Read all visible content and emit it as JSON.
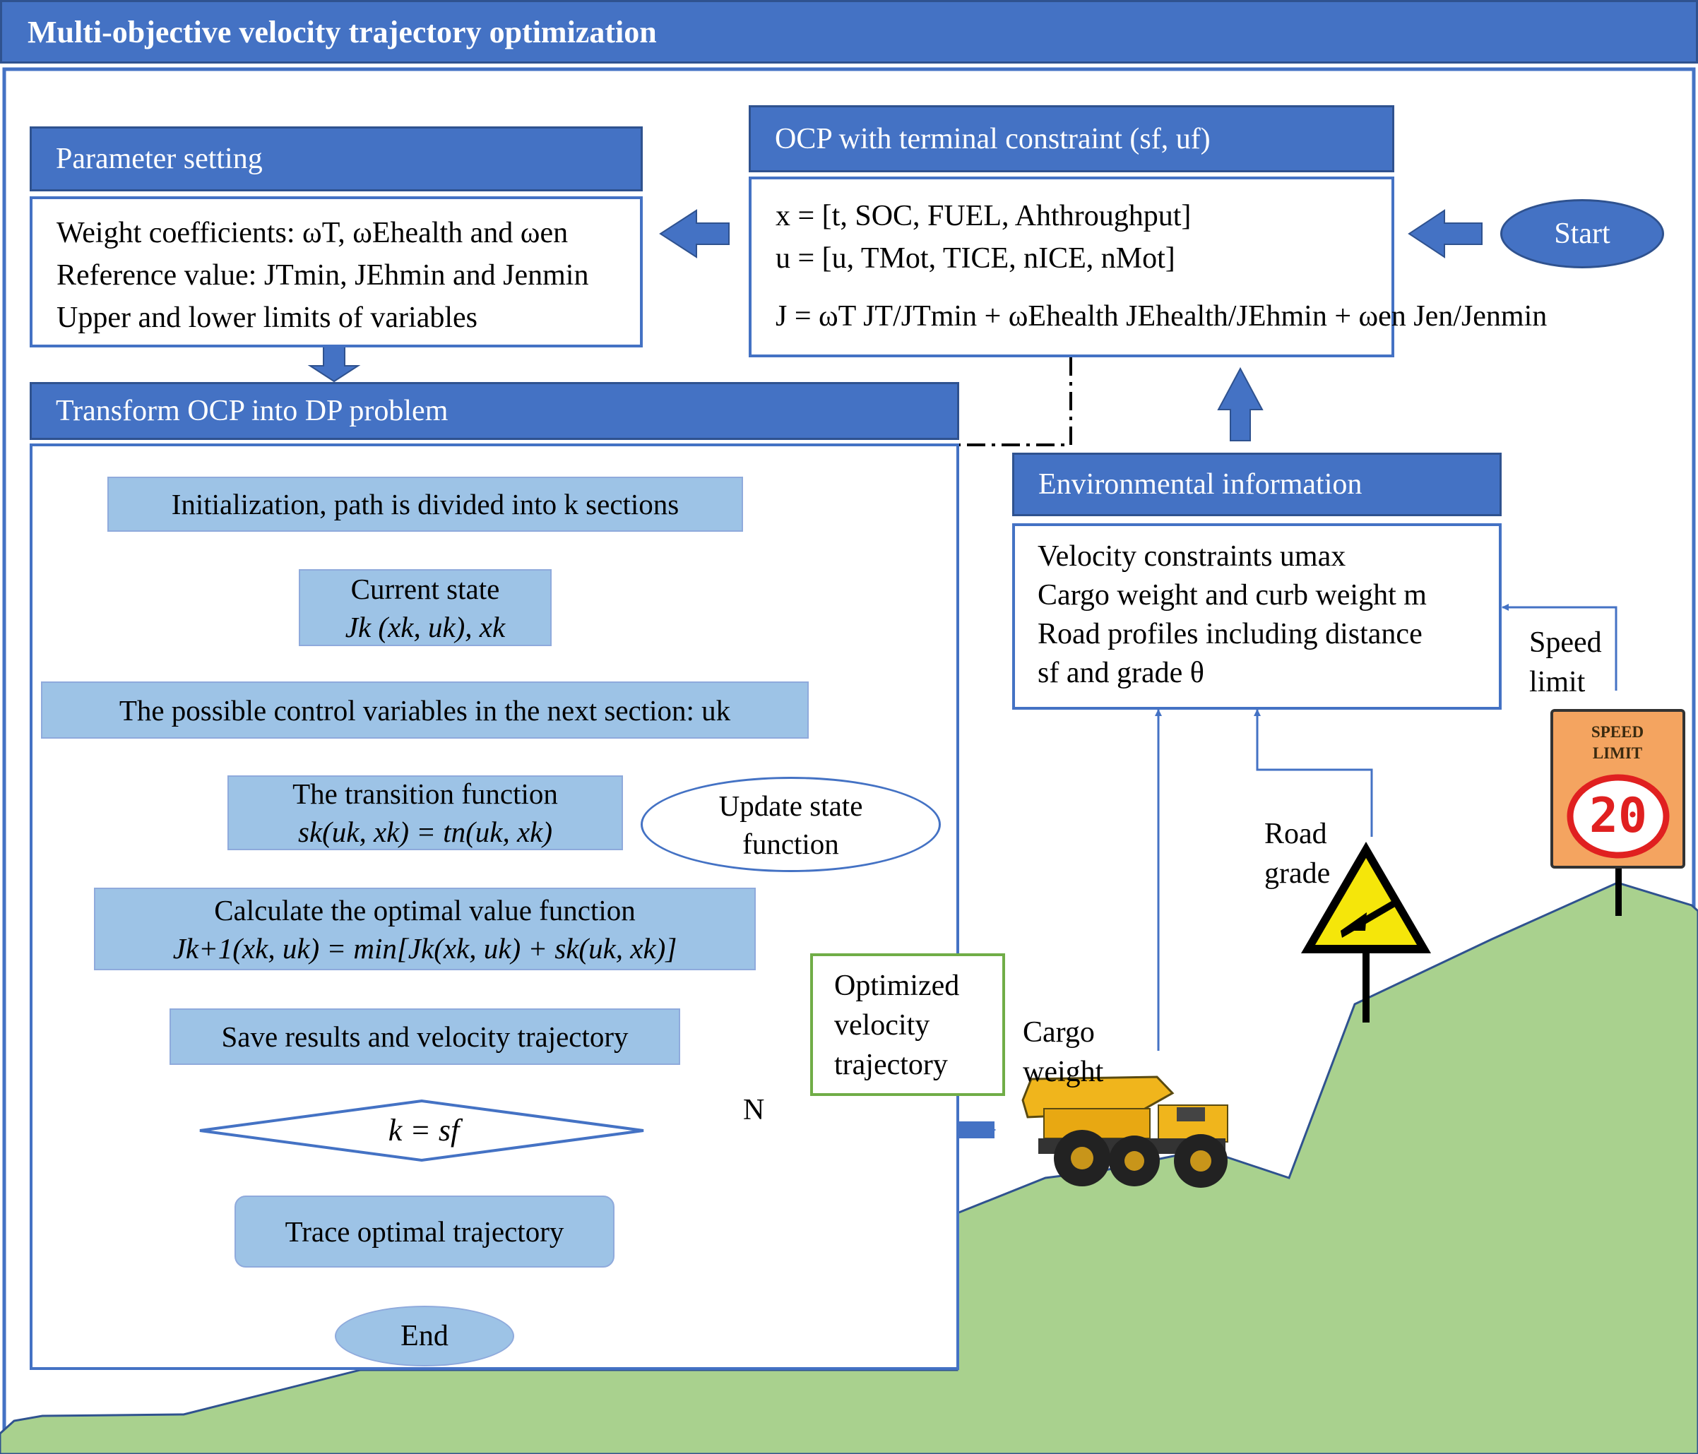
{
  "title": "Multi-objective velocity trajectory optimization",
  "parameter_setting": {
    "header": "Parameter setting",
    "lines": [
      "Weight coefficients: ωT,  ωEhealth and ωen",
      "Reference value: JTmin, JEhmin and Jenmin",
      "Upper and lower limits of variables"
    ]
  },
  "ocp": {
    "header": "OCP with terminal constraint (sf, uf)",
    "lines": [
      "x = [t, SOC, FUEL, Ahthroughput]",
      "u = [u, TMot, TICE, nICE, nMot]",
      "J = ωT JT/JTmin + ωEhealth JEhealth/JEhmin + ωen Jen/Jenmin"
    ]
  },
  "start_label": "Start",
  "transform": {
    "header": "Transform OCP into DP problem",
    "steps": {
      "init": "Initialization, path is divided into k sections",
      "current_state_title": "Current state",
      "current_state_formula": "Jk (xk, uk), xk",
      "control": "The possible control variables in the next section: uk",
      "transition_title": "The transition function",
      "transition_formula": "sk(uk, xk) = tn(uk, xk)",
      "optimal_title": "Calculate the optimal value function",
      "optimal_formula": "Jk+1(xk, uk) = min[Jk(xk, uk) + sk(uk, xk)]",
      "save": "Save results and velocity trajectory",
      "decision": "k = sf",
      "decision_no": "N",
      "trace": "Trace optimal trajectory",
      "end": "End"
    },
    "update_state": [
      "Update state",
      "function"
    ]
  },
  "environment": {
    "header": "Environmental information",
    "lines": [
      "Velocity constraints umax",
      "Cargo weight and curb weight m",
      "Road profiles including distance",
      "sf and grade θ"
    ]
  },
  "labels": {
    "speed_limit": [
      "Speed",
      "limit"
    ],
    "road_grade": [
      "Road",
      "grade"
    ],
    "cargo_weight": [
      "Cargo",
      "weight"
    ],
    "optimized": [
      "Optimized",
      "velocity",
      "trajectory"
    ]
  },
  "speed_sign": {
    "top": "SPEED",
    "bottom": "LIMIT",
    "value": "20"
  },
  "colors": {
    "accent": "#4472c4",
    "flow_fill": "#9dc3e6",
    "terrain": "#a9d18e",
    "optimized_border": "#70ad47",
    "speed_digits": "#e02020",
    "sign_orange": "#f4a460"
  }
}
